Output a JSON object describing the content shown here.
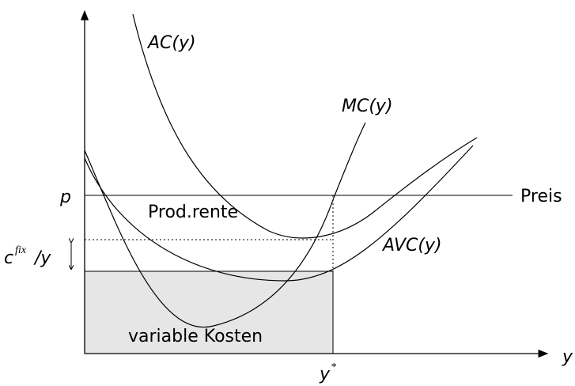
{
  "labels": {
    "ac": "AC(y)",
    "mc": "MC(y)",
    "avc": "AVC(y)",
    "p": "p",
    "preis": "Preis",
    "prod_rente": "Prod.rente",
    "c": "c",
    "fix": "fix",
    "slash_y": "/y",
    "variable_kosten": "variable Kosten",
    "x_axis": "y",
    "y_star": "y",
    "y_star_sup": "*"
  },
  "colors": {
    "line": "#000000",
    "shaded_area": "#e6e6e6"
  }
}
